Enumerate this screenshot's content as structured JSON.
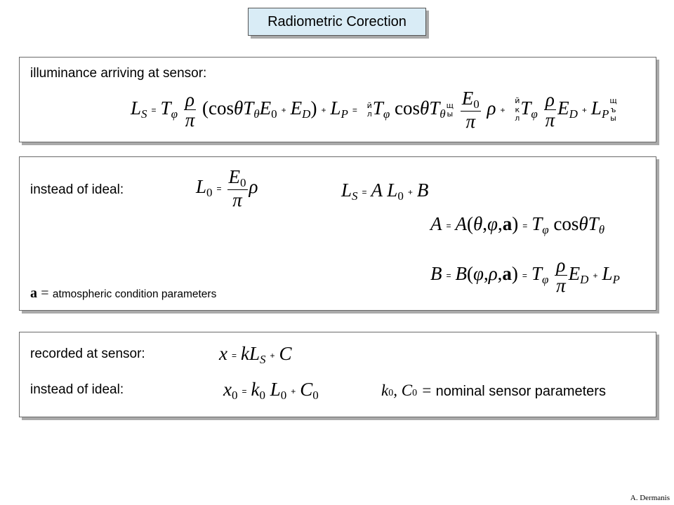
{
  "title": "Radiometric Corection",
  "panel1": {
    "label": "illuminance arriving at sensor:"
  },
  "panel2": {
    "label": "instead of ideal:",
    "note_symbol": "a",
    "note_eq": "=",
    "note_text": "atmospheric condition parameters"
  },
  "panel3": {
    "label_recorded": "recorded at sensor:",
    "label_ideal": "instead of ideal:",
    "note_symbols": "k",
    "note_text": "nominal sensor parameters"
  },
  "author": "A. Dermanis"
}
